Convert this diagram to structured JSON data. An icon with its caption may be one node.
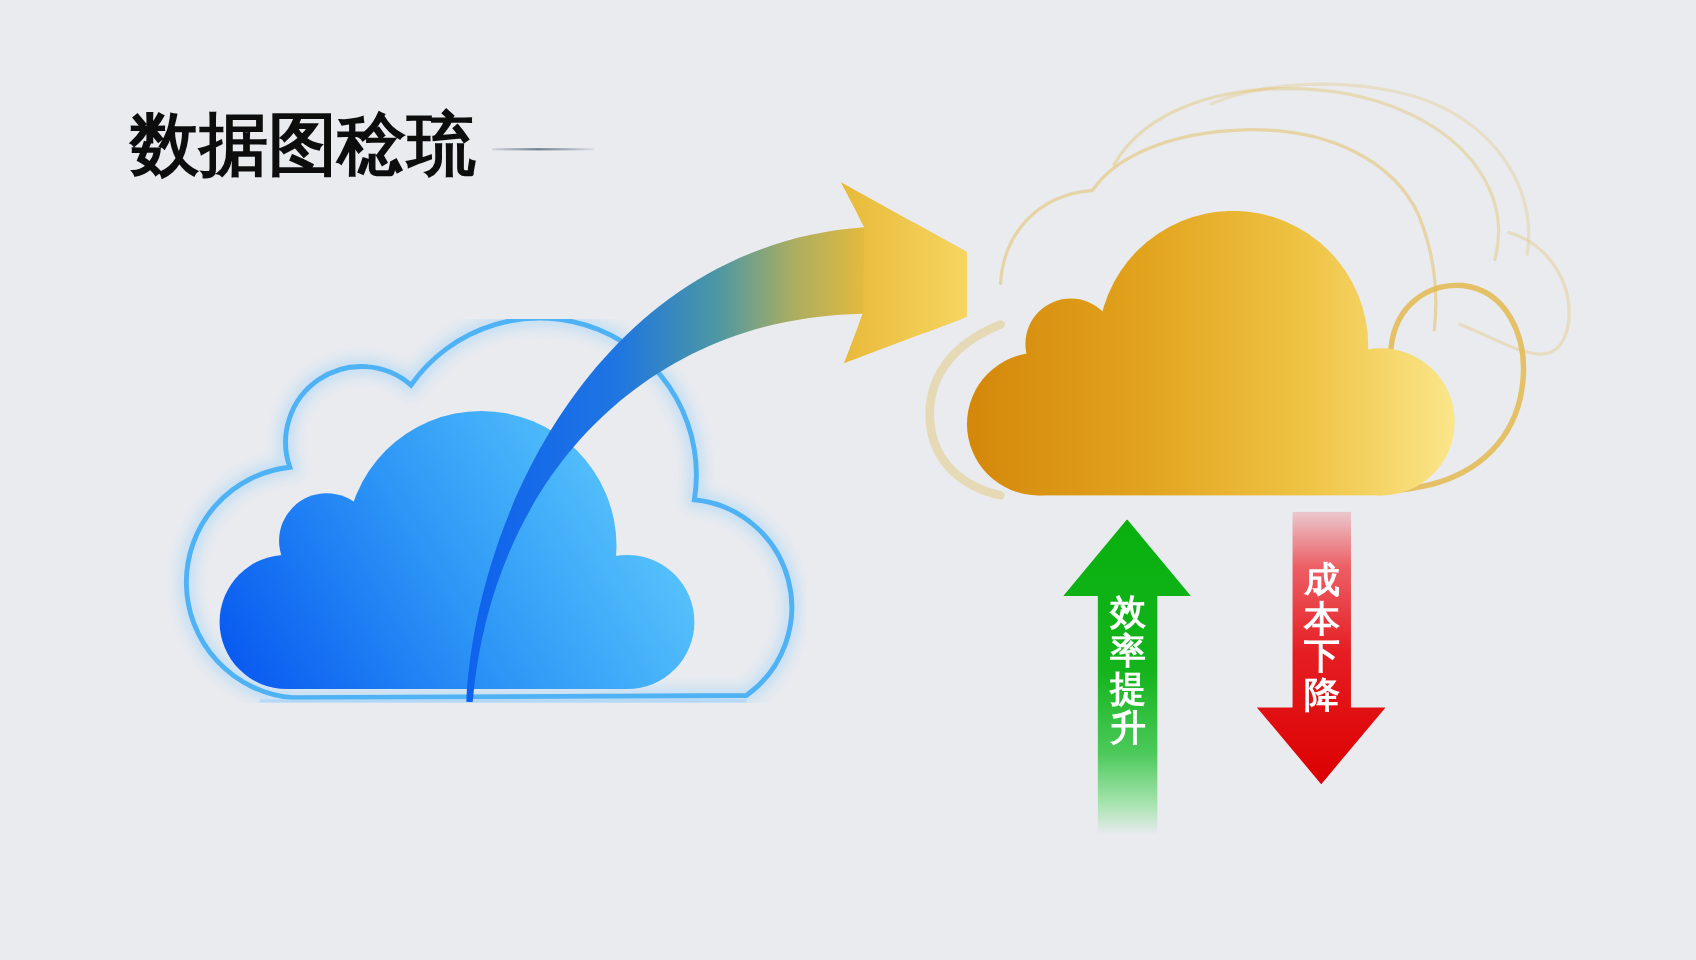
{
  "diagram": {
    "title": "数据图稔琉",
    "nodes": [
      {
        "text": [],
        "shape": "cloud"
      },
      {
        "text": [],
        "shape": "cloud"
      }
    ],
    "edges": [
      {
        "from": 0,
        "to": 1,
        "arrow": "to"
      }
    ],
    "labels": [
      "效率提升",
      "成本下降"
    ]
  }
}
